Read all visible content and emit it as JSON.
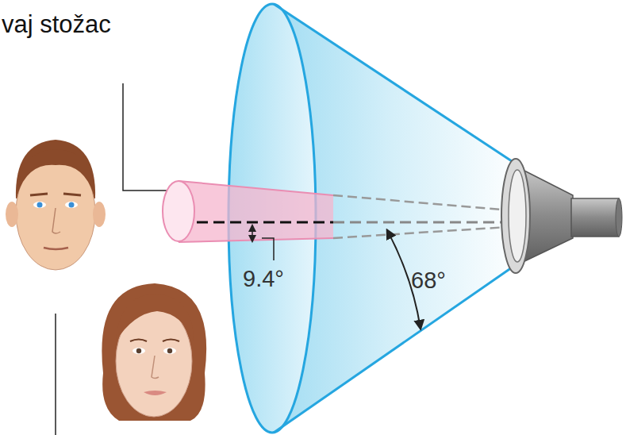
{
  "diagram": {
    "labels": [
      "vaj stožac",
      "9.4°",
      "68°"
    ]
  }
}
